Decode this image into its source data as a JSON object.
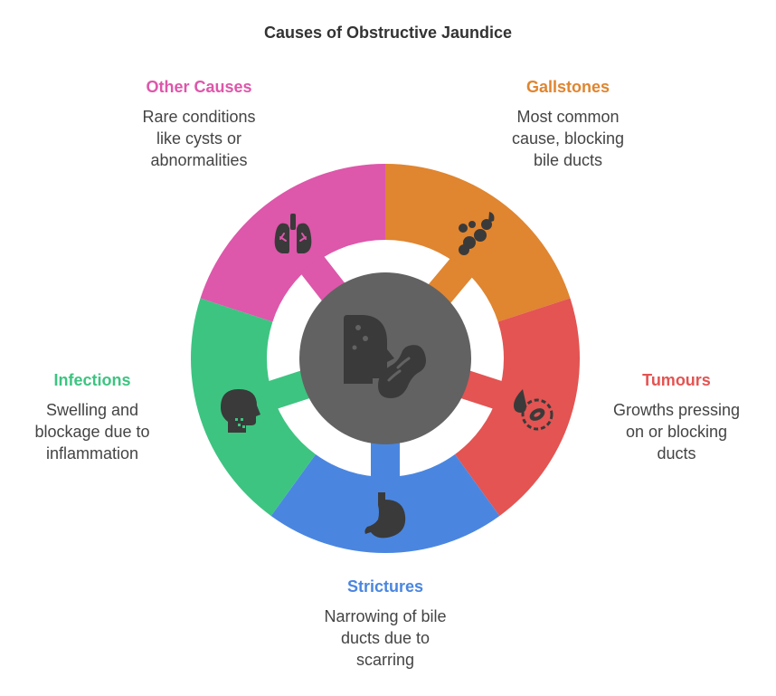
{
  "title": "Causes of Obstructive Jaundice",
  "colors": {
    "other": "#dd57aa",
    "gallstones": "#e08530",
    "tumours": "#e35452",
    "strictures": "#4a86e0",
    "infections": "#3dc481",
    "center": "#626262",
    "icon": "#3a3a3a"
  },
  "causes": {
    "other": {
      "name": "Other Causes",
      "description": "Rare conditions\nlike cysts or\nabnormalities",
      "icon": "lungs-icon"
    },
    "gallstones": {
      "name": "Gallstones",
      "description": "Most common\ncause, blocking\nbile ducts",
      "icon": "gallstones-icon"
    },
    "tumours": {
      "name": "Tumours",
      "description": "Growths pressing\non or blocking\nducts",
      "icon": "tumour-cell-icon"
    },
    "strictures": {
      "name": "Strictures",
      "description": "Narrowing of bile\nducts due to\nscarring",
      "icon": "stomach-icon"
    },
    "infections": {
      "name": "Infections",
      "description": "Swelling and\nblockage due to\ninflammation",
      "icon": "head-infection-icon"
    }
  },
  "center": {
    "icon": "head-and-liver-icon"
  }
}
